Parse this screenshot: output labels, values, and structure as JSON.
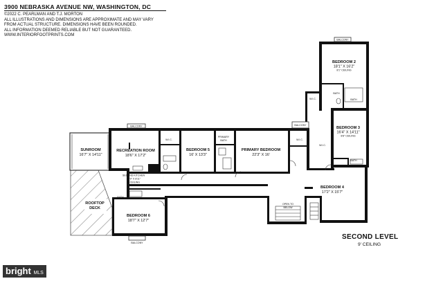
{
  "header": {
    "address": "3900 NEBRASKA AVENUE NW, WASHINGTON, DC",
    "notes": [
      "©2022 C. PEARLMAN AND T.J. MORTON",
      "ALL ILLUSTRATIONS AND DIMENSIONS ARE APPROXIMATE AND MAY VARY",
      "FROM ACTUAL STRUCTURE. DIMENSIONS HAVE BEEN ROUNDED.",
      "ALL INFORMATION DEEMED RELIABLE BUT NOT GUARANTEED.",
      "WWW.INTERIORFOOTPRINTS.COM"
    ]
  },
  "rooms": {
    "sunroom": {
      "name": "SUNROOM",
      "dims": "16'7\" X 14'11\""
    },
    "recreation": {
      "name": "RECREATION ROOM",
      "dims": "18'6\" X 17'2\""
    },
    "bedroom5": {
      "name": "BEDROOM 5",
      "dims": "16' X 13'3\""
    },
    "primary": {
      "name": "PRIMARY BEDROOM",
      "dims": "22'3\" X 16'"
    },
    "bedroom2": {
      "name": "BEDROOM 2",
      "dims": "18'1\" X 16'2\"",
      "ceiling": "8'1\" CEILING"
    },
    "bedroom3": {
      "name": "BEDROOM 3",
      "dims": "16'4\" X 14'11\"",
      "ceiling": "8'8\" CEILING"
    },
    "bedroom4": {
      "name": "BEDROOM 4",
      "dims": "17'2\" X 15'7\""
    },
    "bedroom6": {
      "name": "BEDROOM 6",
      "dims": "18'7\" X 12'7\""
    },
    "second_kitchen": {
      "name": "SECOND KITCHEN",
      "dims": "17'9\" X 8'11\"",
      "ceiling": "8' CEILING"
    },
    "rooftop": {
      "name": "ROOFTOP",
      "sub": "DECK"
    }
  },
  "small_labels": {
    "balcony": "BALCONY",
    "wic": "W.I.C.",
    "bath": "BATH",
    "primary_bath_1": "PRIMARY",
    "primary_bath_2": "BATH",
    "open_1": "OPEN TO",
    "open_2": "BELOW"
  },
  "level": {
    "title": "SECOND LEVEL",
    "ceiling": "9' CEILING"
  },
  "watermark": {
    "text": "bright",
    "suffix": "MLS"
  }
}
